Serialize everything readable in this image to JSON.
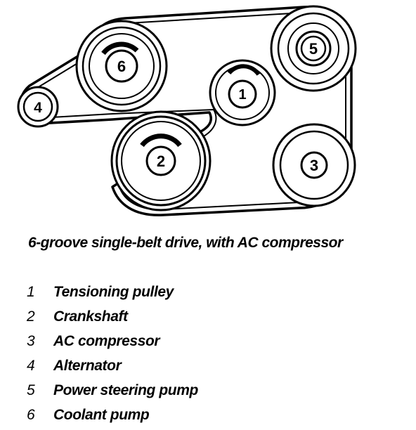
{
  "caption": "6-groove single-belt drive, with AC compressor",
  "pulleys": [
    {
      "id": "1",
      "name": "Tensioning pulley"
    },
    {
      "id": "2",
      "name": "Crankshaft"
    },
    {
      "id": "3",
      "name": "AC compressor"
    },
    {
      "id": "4",
      "name": "Alternator"
    },
    {
      "id": "5",
      "name": "Power steering pump"
    },
    {
      "id": "6",
      "name": "Coolant pump"
    }
  ]
}
